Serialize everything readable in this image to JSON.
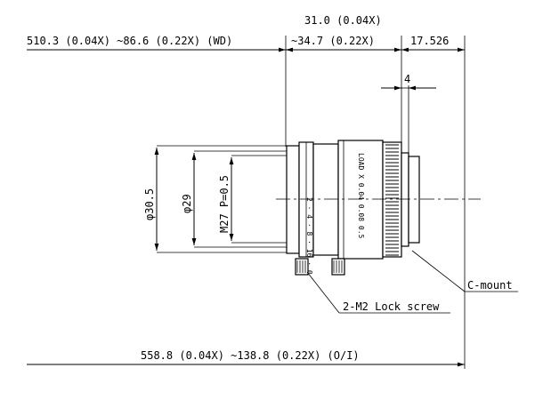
{
  "dimensions": {
    "wd": "510.3 (0.04X) ~86.6 (0.22X) (WD)",
    "length_top": "31.0 (0.04X)",
    "length_bottom": "~34.7 (0.22X)",
    "flange": "17.526",
    "thread_length": "4",
    "outer_diameter": "φ30.5",
    "inner_diameter": "φ29",
    "thread_spec": "M27 P=0.5",
    "oi": "558.8 (0.04X) ~138.8 (0.22X) (O/I)"
  },
  "ring_markings": {
    "mag_row": "LOAD  X  0.04  0.08  0.5",
    "distance_row": "2 · 4 · 8 · 16 · 0"
  },
  "callouts": {
    "lock_screw": "2-M2 Lock screw",
    "mount": "C-mount"
  }
}
